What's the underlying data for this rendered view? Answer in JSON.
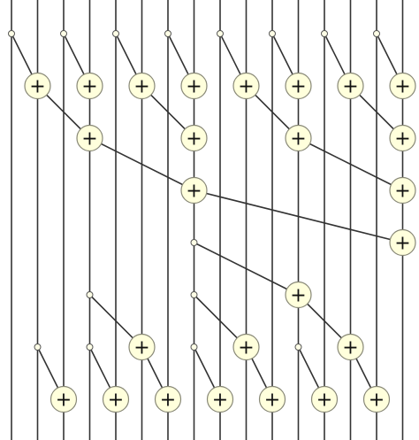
{
  "diagram": {
    "type": "parallel-prefix-adder-network",
    "wires": 16,
    "node_color": "#ffffdc",
    "line_color": "#333333",
    "symbol": "+",
    "levels": [
      {
        "tap_wires": [
          0,
          2,
          4,
          6,
          8,
          10,
          12,
          14
        ],
        "adder_wires": [
          1,
          3,
          5,
          7,
          9,
          11,
          13,
          15
        ]
      },
      {
        "tap_wires": [
          1,
          5,
          9,
          13
        ],
        "adder_wires": [
          3,
          7,
          11,
          15
        ]
      },
      {
        "tap_wires": [
          3,
          11
        ],
        "adder_wires": [
          7,
          15
        ]
      },
      {
        "tap_wires": [
          7
        ],
        "adder_wires": [
          15
        ]
      },
      {
        "tap_wires": [
          7
        ],
        "adder_wires": [
          11
        ]
      },
      {
        "tap_wires": [
          3,
          7,
          11
        ],
        "adder_wires": [
          5,
          9,
          13
        ]
      },
      {
        "tap_wires": [
          1,
          3,
          5,
          7,
          9,
          11,
          13
        ],
        "adder_wires": [
          2,
          4,
          6,
          8,
          10,
          12,
          14
        ]
      }
    ]
  }
}
